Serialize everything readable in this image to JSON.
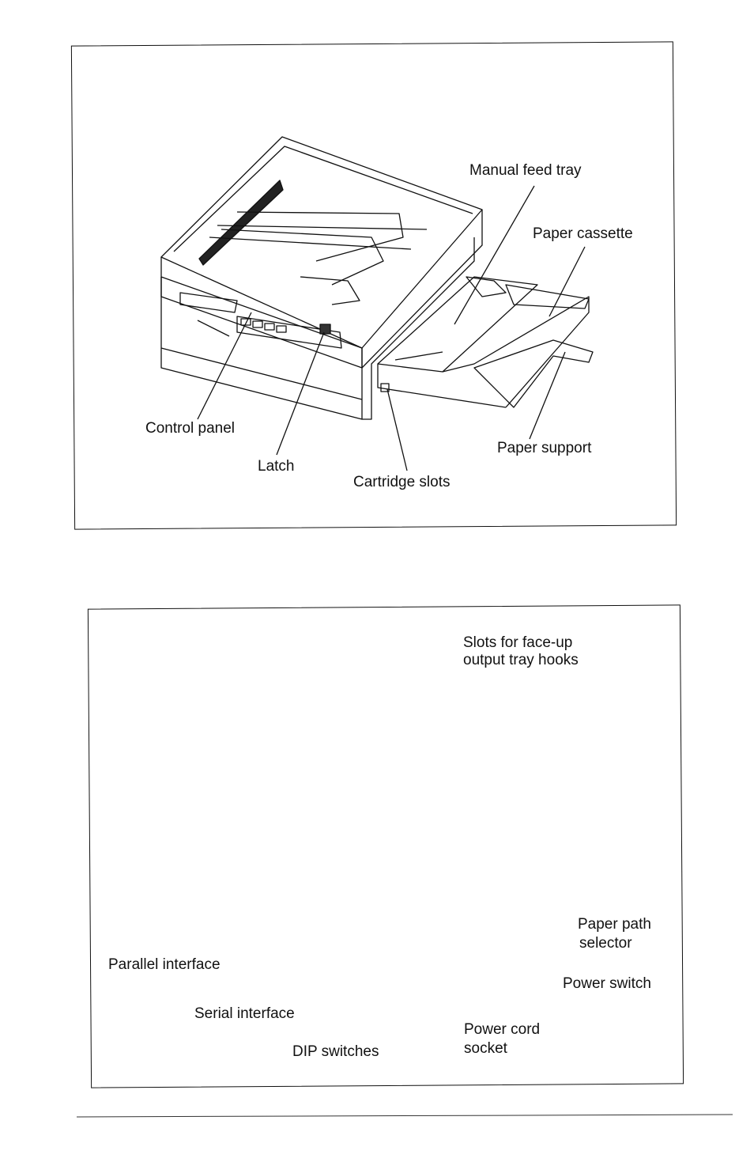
{
  "front_view": {
    "labels": {
      "manual_feed_tray": "Manual feed tray",
      "paper_cassette": "Paper cassette",
      "control_panel": "Control panel",
      "latch": "Latch",
      "cartridge_slots": "Cartridge slots",
      "paper_support": "Paper support"
    }
  },
  "rear_view": {
    "labels": {
      "output_tray_slots_line1": "Slots for face-up",
      "output_tray_slots_line2": "output tray hooks",
      "paper_path_selector_line1": "Paper path",
      "paper_path_selector_line2": "selector",
      "parallel_interface": "Parallel interface",
      "serial_interface": "Serial interface",
      "dip_switches": "DIP switches",
      "power_cord_socket_line1": "Power cord",
      "power_cord_socket_line2": "socket",
      "power_switch": "Power switch"
    }
  }
}
